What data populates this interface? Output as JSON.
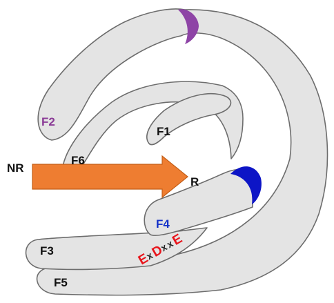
{
  "labels": {
    "f1": "F1",
    "f2": "F2",
    "f3": "F3",
    "f4": "F4",
    "f5": "F5",
    "f6": "F6",
    "nr": "NR",
    "r": "R"
  },
  "motif": {
    "letters": [
      "E",
      "x",
      "D",
      "x",
      "x",
      "E"
    ],
    "colors": [
      "#e8141b",
      "#222222",
      "#e8141b",
      "#222222",
      "#222222",
      "#e8141b"
    ]
  },
  "colors": {
    "finger_fill": "#e4e4e4",
    "finger_stroke": "#6d6d6d",
    "f2_label": "#8a3a96",
    "f2_cap": "#8e44a6",
    "f4_label": "#1432c8",
    "f4_cap": "#0d15c6",
    "arrow": "#ee7d31",
    "arrow_stroke": "#c25d16",
    "text_dark": "#111111"
  }
}
